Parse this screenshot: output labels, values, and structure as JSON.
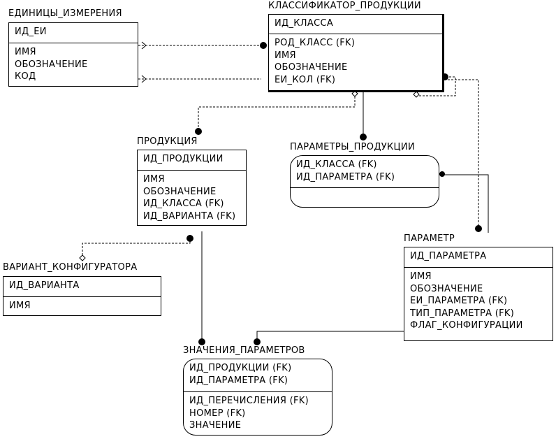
{
  "entities": {
    "units": {
      "title": "ЕДИНИЦЫ_ИЗМЕРЕНИЯ",
      "pk": [
        "ИД_ЕИ"
      ],
      "attrs": [
        "ИМЯ",
        "ОБОЗНАЧЕНИЕ",
        "КОД"
      ]
    },
    "classifier": {
      "title": "КЛАССИФИКАТОР_ПРОДУКЦИИ",
      "pk": [
        "ИД_КЛАССА"
      ],
      "attrs": [
        "РОД_КЛАСС (FK)",
        "ИМЯ",
        "ОБОЗНАЧЕНИЕ",
        "ЕИ_КОЛ (FK)"
      ]
    },
    "product": {
      "title": "ПРОДУКЦИЯ",
      "pk": [
        "ИД_ПРОДУКЦИИ"
      ],
      "attrs": [
        "ИМЯ",
        "ОБОЗНАЧЕНИЕ",
        "ИД_КЛАССА (FK)",
        "ИД_ВАРИАНТА (FK)"
      ]
    },
    "product_params": {
      "title": "ПАРАМЕТРЫ_ПРОДУКЦИИ",
      "pk": [
        "ИД_КЛАССА (FK)",
        "ИД_ПАРАМЕТРА (FK)"
      ],
      "attrs": []
    },
    "config_variant": {
      "title": "ВАРИАНТ_КОНФИГУРАТОРА",
      "pk": [
        "ИД_ВАРИАНТА"
      ],
      "attrs": [
        "ИМЯ"
      ]
    },
    "parameter": {
      "title": "ПАРАМЕТР",
      "pk": [
        "ИД_ПАРАМЕТРА"
      ],
      "attrs": [
        "ИМЯ",
        "ОБОЗНАЧЕНИЕ",
        "ЕИ_ПАРАМЕТРА (FK)",
        "ТИП_ПАРАМЕТРА (FK)",
        "ФЛАГ_КОНФИГУРАЦИИ"
      ]
    },
    "param_values": {
      "title": "ЗНАЧЕНИЯ_ПАРАМЕТРОВ",
      "pk": [
        "ИД_ПРОДУКЦИИ (FK)",
        "ИД_ПАРАМЕТРА (FK)"
      ],
      "attrs": [
        "ИД_ПЕРЕЧИСЛЕНИЯ (FK)",
        "НОМЕР (FK)",
        "ЗНАЧЕНИЕ"
      ]
    }
  }
}
